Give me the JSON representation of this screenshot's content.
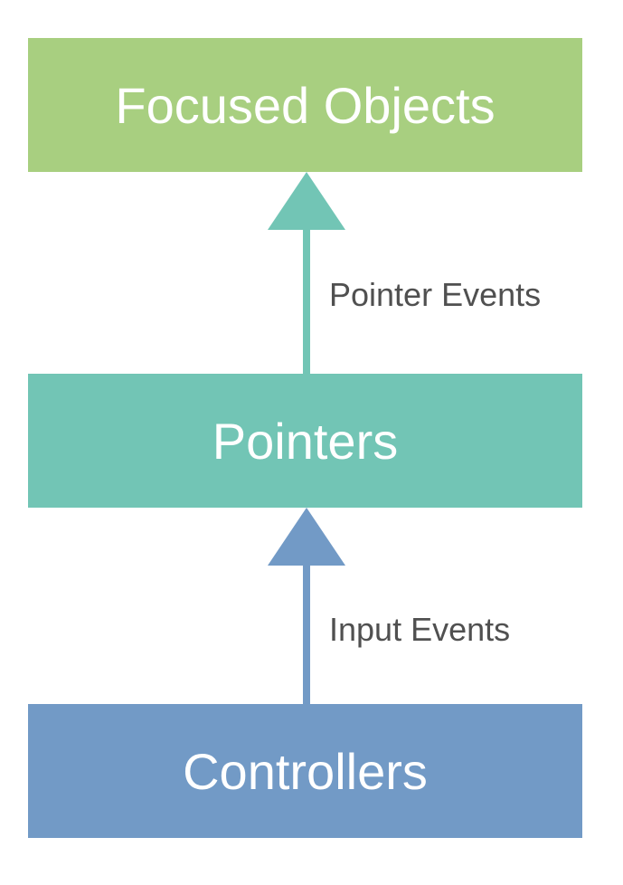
{
  "nodes": {
    "focused_objects": {
      "label": "Focused Objects",
      "color": "#a8cf80"
    },
    "pointers": {
      "label": "Pointers",
      "color": "#72c5b5"
    },
    "controllers": {
      "label": "Controllers",
      "color": "#729ac6"
    }
  },
  "edges": {
    "pointer_events": {
      "label": "Pointer Events",
      "from": "Pointers",
      "to": "Focused Objects",
      "color": "#72c5b5"
    },
    "input_events": {
      "label": "Input Events",
      "from": "Controllers",
      "to": "Pointers",
      "color": "#729ac6"
    }
  }
}
